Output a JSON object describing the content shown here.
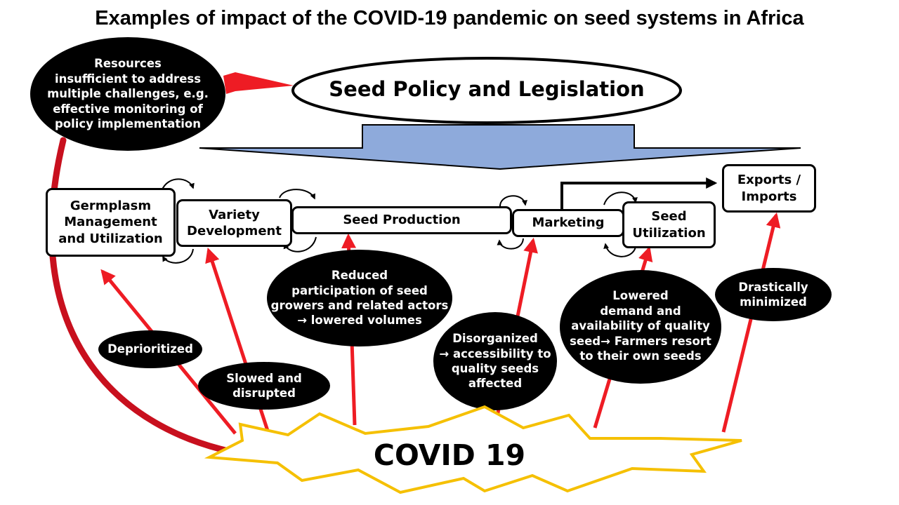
{
  "title": "Examples of impact of the COVID-19 pandemic on seed systems in Africa",
  "policy": "Seed Policy and Legislation",
  "resources": [
    "Resources",
    "insufficient to address",
    "multiple challenges, e.g.",
    "effective monitoring of",
    "policy implementation"
  ],
  "stages": {
    "germplasm": [
      "Germplasm",
      "Management",
      "and Utilization"
    ],
    "variety": [
      "Variety",
      "Development"
    ],
    "production": [
      "Seed Production"
    ],
    "marketing": [
      "Marketing"
    ],
    "utilization": [
      "Seed",
      "Utilization"
    ],
    "exports": [
      "Exports /",
      "Imports"
    ]
  },
  "impacts": {
    "deprioritized": [
      "Deprioritized"
    ],
    "slowed": [
      "Slowed and",
      "disrupted"
    ],
    "reduced": [
      "Reduced",
      "participation of seed",
      "growers and related actors",
      "→ lowered volumes"
    ],
    "disorganized": [
      "Disorganized",
      "→ accessibility to",
      "quality seeds",
      "affected"
    ],
    "lowered": [
      "Lowered",
      "demand and",
      "availability of  quality",
      "seed→ Farmers resort",
      "to their own seeds"
    ],
    "minimized": [
      "Drastically",
      "minimized"
    ]
  },
  "covid": "COVID 19",
  "colors": {
    "arrow": "#ee1c24",
    "burst_fill": "#ffffff",
    "burst_stroke": "#f5c000",
    "funnel": "#8eaadb",
    "oval": "#000000"
  }
}
